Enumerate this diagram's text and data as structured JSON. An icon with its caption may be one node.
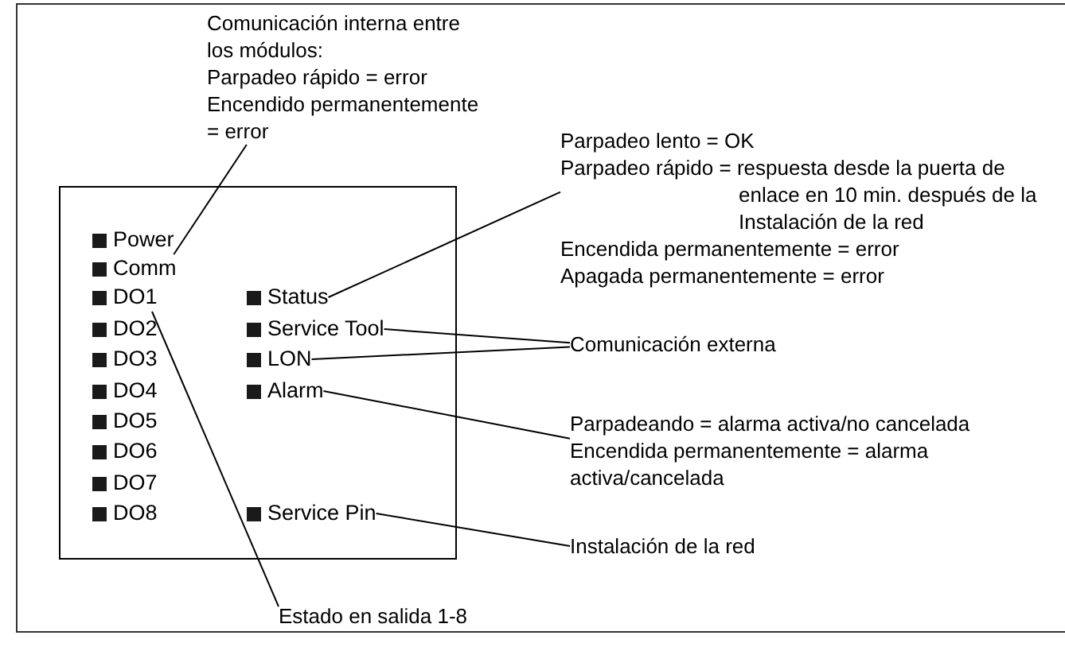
{
  "diagram": {
    "nodes": [
      {
        "text": [
          "Comunicación interna entre los módulos:",
          "Parpadeo rápido = error",
          "Encendido permanentemente = error"
        ]
      },
      {
        "text": [
          "Parpadeo lento = OK",
          "Parpadeo rápido = respuesta desde la puerta de enlace en 10 min. después de la Instalación de la red",
          "Encendida permanentemente = error",
          "Apagada permanentemente = error"
        ]
      },
      {
        "text": [],
        "shape": "box"
      },
      {
        "text": [
          "Power"
        ],
        "in": 2
      },
      {
        "text": [
          "Comm"
        ],
        "in": 2
      },
      {
        "text": [
          "DO1"
        ],
        "in": 2
      },
      {
        "text": [
          "DO2"
        ],
        "in": 2
      },
      {
        "text": [
          "DO3"
        ],
        "in": 2
      },
      {
        "text": [
          "DO4"
        ],
        "in": 2
      },
      {
        "text": [
          "DO5"
        ],
        "in": 2
      },
      {
        "text": [
          "DO6"
        ],
        "in": 2
      },
      {
        "text": [
          "DO7"
        ],
        "in": 2
      },
      {
        "text": [
          "DO8"
        ],
        "in": 2
      },
      {
        "text": [
          "Status"
        ],
        "in": 2
      },
      {
        "text": [
          "Service Tool"
        ],
        "in": 2
      },
      {
        "text": [
          "LON"
        ],
        "in": 2
      },
      {
        "text": [
          "Alarm"
        ],
        "in": 2
      },
      {
        "text": [
          "Service Pin"
        ],
        "in": 2
      },
      {
        "text": [
          "Comunicación externa"
        ]
      },
      {
        "text": [
          "Parpadeando = alarma activa/no cancelada",
          "Encendida permanentemente = alarma activa/cancelada"
        ]
      },
      {
        "text": [
          "Instalación de la red"
        ]
      },
      {
        "text": [
          "Estado en salida 1-8"
        ]
      }
    ],
    "edges": [
      {
        "from": 0,
        "to": 4,
        "arrow": "none"
      },
      {
        "from": 1,
        "to": 13,
        "arrow": "none"
      },
      {
        "from": 18,
        "to": 14,
        "arrow": "none"
      },
      {
        "from": 18,
        "to": 15,
        "arrow": "none"
      },
      {
        "from": 19,
        "to": 16,
        "arrow": "none"
      },
      {
        "from": 20,
        "to": 17,
        "arrow": "none"
      },
      {
        "from": 21,
        "to": 5,
        "arrow": "none"
      }
    ]
  }
}
